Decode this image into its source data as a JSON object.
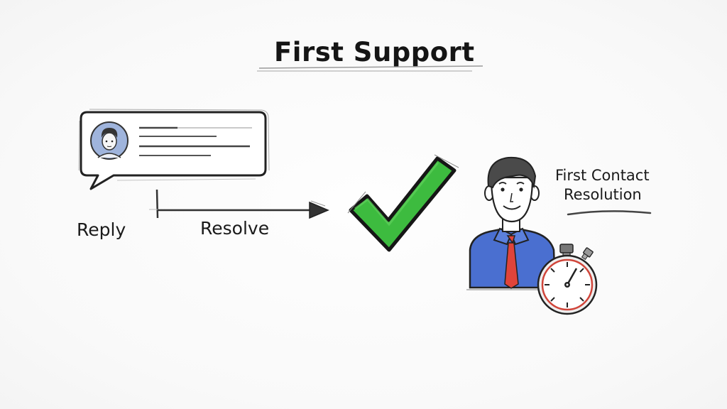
{
  "title": "First Support",
  "flow": {
    "start_label": "Reply",
    "end_label": "Resolve"
  },
  "outcome": {
    "label_line1": "First Contact",
    "label_line2": "Resolution"
  },
  "icons": {
    "chat": "chat-bubble-icon",
    "avatar": "user-avatar-icon",
    "arrow": "arrow-right-icon",
    "check": "checkmark-icon",
    "agent": "support-agent-icon",
    "timer": "stopwatch-icon"
  },
  "colors": {
    "check_green": "#3dbb3f",
    "shirt_blue": "#4a6fd0",
    "tie_red": "#e0443a",
    "avatar_bg": "#9fb4dc",
    "stopwatch_red": "#d0453a",
    "ink": "#1a1a1a"
  }
}
